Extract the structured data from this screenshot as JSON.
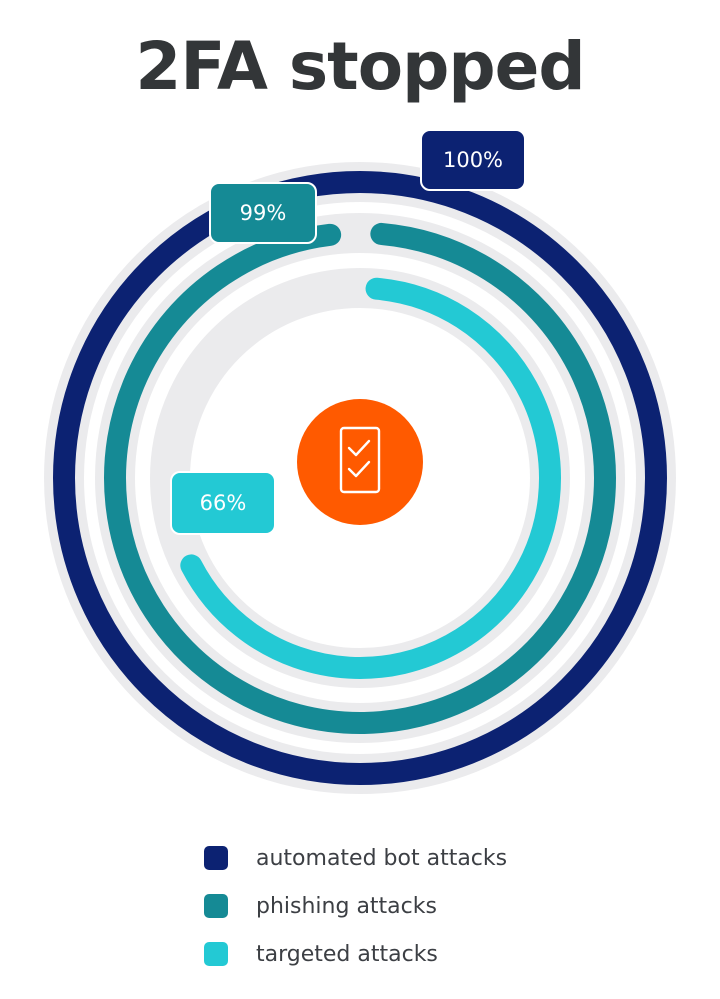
{
  "title": "2FA stopped",
  "chart_data": {
    "type": "radial-bar",
    "series": [
      {
        "name": "automated bot attacks",
        "value": 100,
        "label": "100%",
        "color": "#0c2272"
      },
      {
        "name": "phishing attacks",
        "value": 99,
        "label": "99%",
        "color": "#158a95"
      },
      {
        "name": "targeted attacks",
        "value": 66,
        "label": "66%",
        "color": "#23c9d4"
      }
    ],
    "max": 100,
    "track_color": "#ebebed",
    "center_icon": "phone-checklist-icon",
    "center_color": "#ff5a00"
  },
  "legend": [
    {
      "label": "automated bot attacks",
      "color": "#0c2272"
    },
    {
      "label": "phishing attacks",
      "color": "#158a95"
    },
    {
      "label": "targeted attacks",
      "color": "#23c9d4"
    }
  ]
}
